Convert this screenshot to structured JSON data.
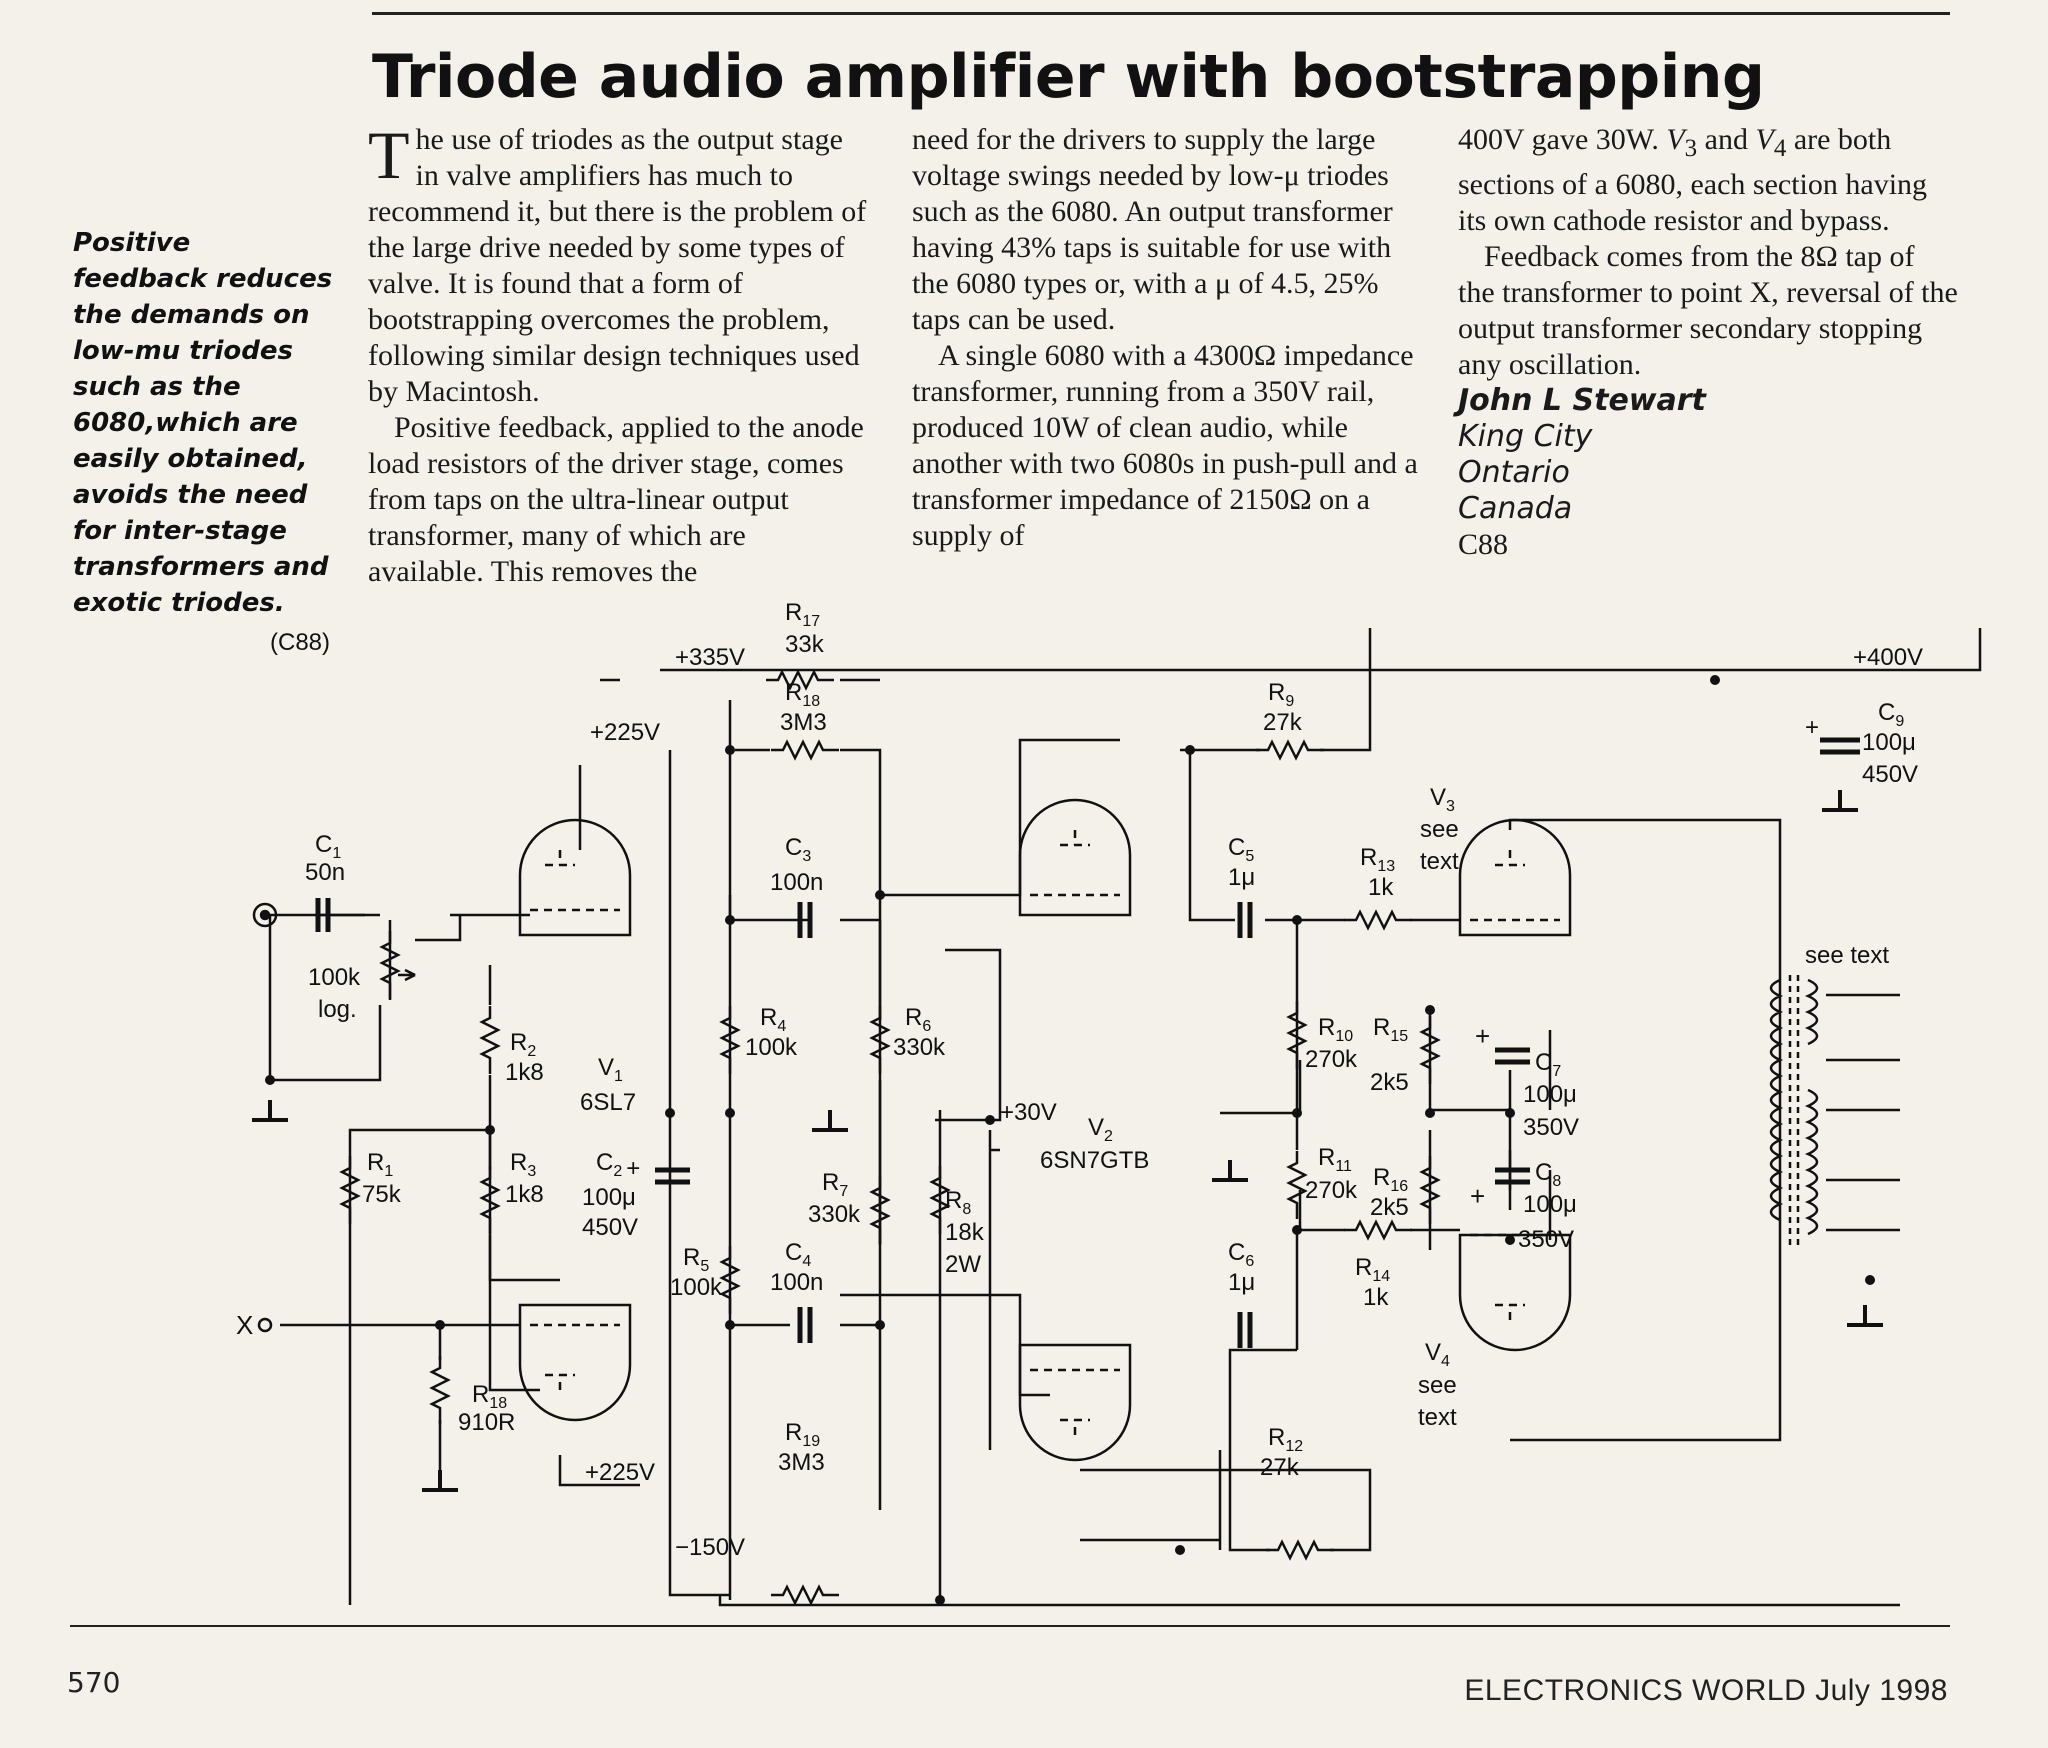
{
  "article": {
    "title": "Triode audio amplifier with bootstrapping",
    "standfirst": "Positive feedback reduces the demands on low-mu triodes such as the 6080,which are easily obtained, avoids the need for inter-stage transformers and exotic triodes.",
    "dropcap": "T",
    "col1_p1": "he use of triodes as the output stage in valve amplifiers has much to recommend it, but there is the problem of the large drive needed by some types of valve. It is found that a form of bootstrapping overcomes the problem, following similar design techniques used by Macintosh.",
    "col1_p2": "Positive feedback, applied to the anode load resistors of the driver stage, comes from taps on the ultra-linear output transformer, many of which are available. This removes the",
    "col2_p1": "need for the drivers to supply the large voltage swings needed by low-μ triodes such as the 6080. An output transformer having 43% taps is suitable for use with the 6080 types or, with a μ of 4.5, 25% taps can be used.",
    "col2_p2": "A single 6080 with a 4300Ω impedance transformer, running from a 350V rail, produced 10W of clean audio, while another with two 6080s in push-pull and a transformer impedance of 2150Ω on a supply of",
    "col3_p1a": "400V gave 30W. ",
    "col3_v3": "V",
    "col3_v3sub": "3",
    "col3_and": " and ",
    "col3_v4": "V",
    "col3_v4sub": "4",
    "col3_p1b": " are both sections of a 6080, each section having its own cathode resistor and bypass.",
    "col3_p2": "Feedback comes from the 8Ω tap of the transformer to point X, reversal of the output transformer secondary stopping any oscillation.",
    "author": "John L Stewart",
    "city": "King City",
    "province": "Ontario",
    "country": "Canada",
    "code": "C88"
  },
  "schematic": {
    "ref": "(C88)",
    "rails": {
      "p335": "+335V",
      "p225_top": "+225V",
      "p400": "+400V",
      "p30": "+30V",
      "p225_bottom": "+225V",
      "m150": "−150V"
    },
    "parts": {
      "r17_ref": "R",
      "r17_sub": "17",
      "r17_val": "33k",
      "r18a_ref": "R",
      "r18a_sub": "18",
      "r18a_val": "3M3",
      "r9_ref": "R",
      "r9_sub": "9",
      "r9_val": "27k",
      "c9_ref": "C",
      "c9_sub": "9",
      "c9_val1": "100μ",
      "c9_val2": "450V",
      "c1_ref": "C",
      "c1_sub": "1",
      "c1_val": "50n",
      "pot_val1": "100k",
      "pot_val2": "log.",
      "c3_ref": "C",
      "c3_sub": "3",
      "c3_val": "100n",
      "c5_ref": "C",
      "c5_sub": "5",
      "c5_val": "1μ",
      "r13_ref": "R",
      "r13_sub": "13",
      "r13_val": "1k",
      "v3_ref": "V",
      "v3_sub": "3",
      "v3_note1": "see",
      "v3_note2": "text",
      "xfmr_note": "see text",
      "r2_ref": "R",
      "r2_sub": "2",
      "r2_val": "1k8",
      "v1_ref": "V",
      "v1_sub": "1",
      "v1_type": "6SL7",
      "r4_ref": "R",
      "r4_sub": "4",
      "r4_val": "100k",
      "r6_ref": "R",
      "r6_sub": "6",
      "r6_val": "330k",
      "r10_ref": "R",
      "r10_sub": "10",
      "r10_val": "270k",
      "r15_ref": "R",
      "r15_sub": "15",
      "r15_val": "2k5",
      "c7_ref": "C",
      "c7_sub": "7",
      "c7_val1": "100μ",
      "c7_val2": "350V",
      "v2_ref": "V",
      "v2_sub": "2",
      "v2_type": "6SN7GTB",
      "r1_ref": "R",
      "r1_sub": "1",
      "r1_val": "75k",
      "r3_ref": "R",
      "r3_sub": "3",
      "r3_val": "1k8",
      "c2_ref": "C",
      "c2_sub": "2",
      "c2_val1": "100μ",
      "c2_val2": "450V",
      "r7_ref": "R",
      "r7_sub": "7",
      "r7_val": "330k",
      "r8_ref": "R",
      "r8_sub": "8",
      "r8_val1": "18k",
      "r8_val2": "2W",
      "r11_ref": "R",
      "r11_sub": "11",
      "r11_val": "270k",
      "r16_ref": "R",
      "r16_sub": "16",
      "r16_val": "2k5",
      "c8_ref": "C",
      "c8_sub": "8",
      "c8_val1": "100μ",
      "c8_val2": "350V",
      "r5_ref": "R",
      "r5_sub": "5",
      "r5_val": "100k",
      "c4_ref": "C",
      "c4_sub": "4",
      "c4_val": "100n",
      "c6_ref": "C",
      "c6_sub": "6",
      "c6_val": "1μ",
      "r14_ref": "R",
      "r14_sub": "14",
      "r14_val": "1k",
      "v4_ref": "V",
      "v4_sub": "4",
      "v4_note1": "see",
      "v4_note2": "text",
      "x_label": "X",
      "r18b_ref": "R",
      "r18b_sub": "18",
      "r18b_val": "910R",
      "r19_ref": "R",
      "r19_sub": "19",
      "r19_val": "3M3",
      "r12_ref": "R",
      "r12_sub": "12",
      "r12_val": "27k",
      "plus": "+"
    }
  },
  "footer": {
    "page_number": "570",
    "publication": "ELECTRONICS WORLD July 1998"
  }
}
